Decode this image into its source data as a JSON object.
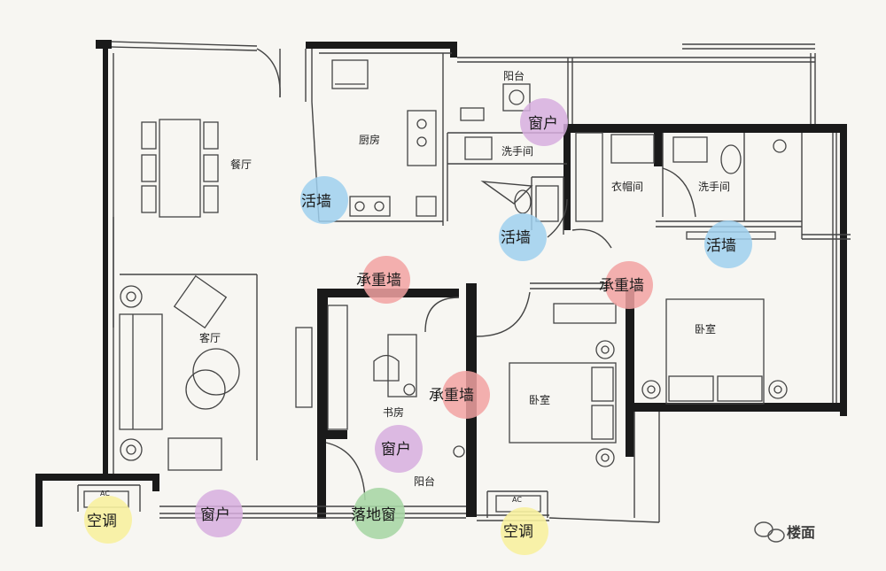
{
  "colors": {
    "load_bearing": "#f2a2a2",
    "movable_wall": "#9fd0ef",
    "window": "#d7aedf",
    "air_conditioner": "#f7f1a0",
    "floor_window": "#a8d7a6",
    "wall": "#1a1a1a",
    "line": "#444444"
  },
  "rooms": {
    "balcony_top": "阳台",
    "kitchen": "厨房",
    "dining": "餐厅",
    "wash_left": "洗手间",
    "cloakroom": "衣帽间",
    "wash_right": "洗手间",
    "living": "客厅",
    "study": "书房",
    "bedroom_mid": "卧室",
    "bedroom_right": "卧室",
    "balcony_bottom": "阳台"
  },
  "ac_unit_label": "AC",
  "tags": {
    "window_top": "窗户",
    "movable_kitchen": "活墙",
    "movable_center": "活墙",
    "movable_right": "活墙",
    "load_bearing_left": "承重墙",
    "load_bearing_right": "承重墙",
    "load_bearing_center": "承重墙",
    "window_study": "窗户",
    "ac_left": "空调",
    "window_bottom": "窗户",
    "floor_window": "落地窗",
    "ac_right": "空调"
  },
  "watermark": "楼面",
  "icons": {
    "watermark": "wechat-icon"
  }
}
